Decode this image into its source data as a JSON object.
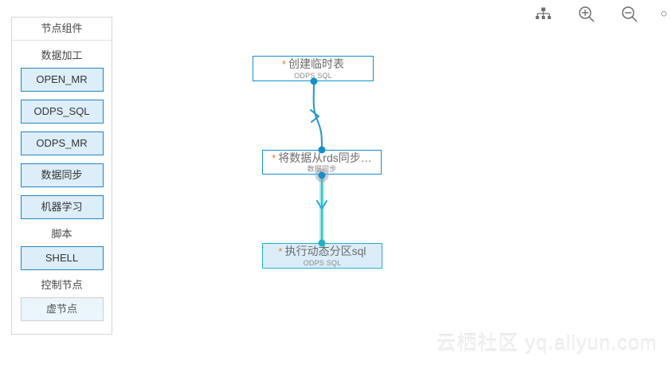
{
  "colors": {
    "node_border_blue": "#1190cf",
    "node_border_teal": "#1ab4c8",
    "node_fill_selected": "#daedf8",
    "panel_item_fill": "#ddeef9",
    "panel_item_border": "#1d87c4",
    "asterisk_orange": "#f07a23",
    "edge_blue": "#2196c9",
    "edge_teal": "#29c3cf",
    "watermark": "#f0f0f0"
  },
  "toolbar": {
    "items": [
      {
        "icon": "hierarchy-icon",
        "label": "自动排列"
      },
      {
        "icon": "zoom-in-icon",
        "label": "放大"
      },
      {
        "icon": "zoom-out-icon",
        "label": "缩小"
      },
      {
        "icon": "more-icon",
        "label": ""
      }
    ]
  },
  "panel": {
    "header": "节点组件",
    "groups": [
      {
        "title": "数据加工",
        "items": [
          {
            "label": "OPEN_MR",
            "style": "primary"
          },
          {
            "label": "ODPS_SQL",
            "style": "primary"
          },
          {
            "label": "ODPS_MR",
            "style": "primary"
          },
          {
            "label": "数据同步",
            "style": "primary"
          },
          {
            "label": "机器学习",
            "style": "primary"
          }
        ]
      },
      {
        "title": "脚本",
        "items": [
          {
            "label": "SHELL",
            "style": "primary"
          }
        ]
      },
      {
        "title": "控制节点",
        "items": [
          {
            "label": "虚节点",
            "style": "muted"
          }
        ]
      }
    ]
  },
  "flow": {
    "nodes": [
      {
        "id": "node-create-temp-table",
        "marker": "*",
        "title": "创建临时表",
        "subtitle": "ODPS SQL",
        "selected": false
      },
      {
        "id": "node-sync-from-rds",
        "marker": "*",
        "title": "将数据从rds同步…",
        "subtitle": "数据同步",
        "selected": false
      },
      {
        "id": "node-dynamic-partition-sql",
        "marker": "*",
        "title": "执行动态分区sql",
        "subtitle": "ODPS SQL",
        "selected": true
      }
    ]
  },
  "watermark": {
    "text": "云栖社区 yq.aliyun.com"
  }
}
